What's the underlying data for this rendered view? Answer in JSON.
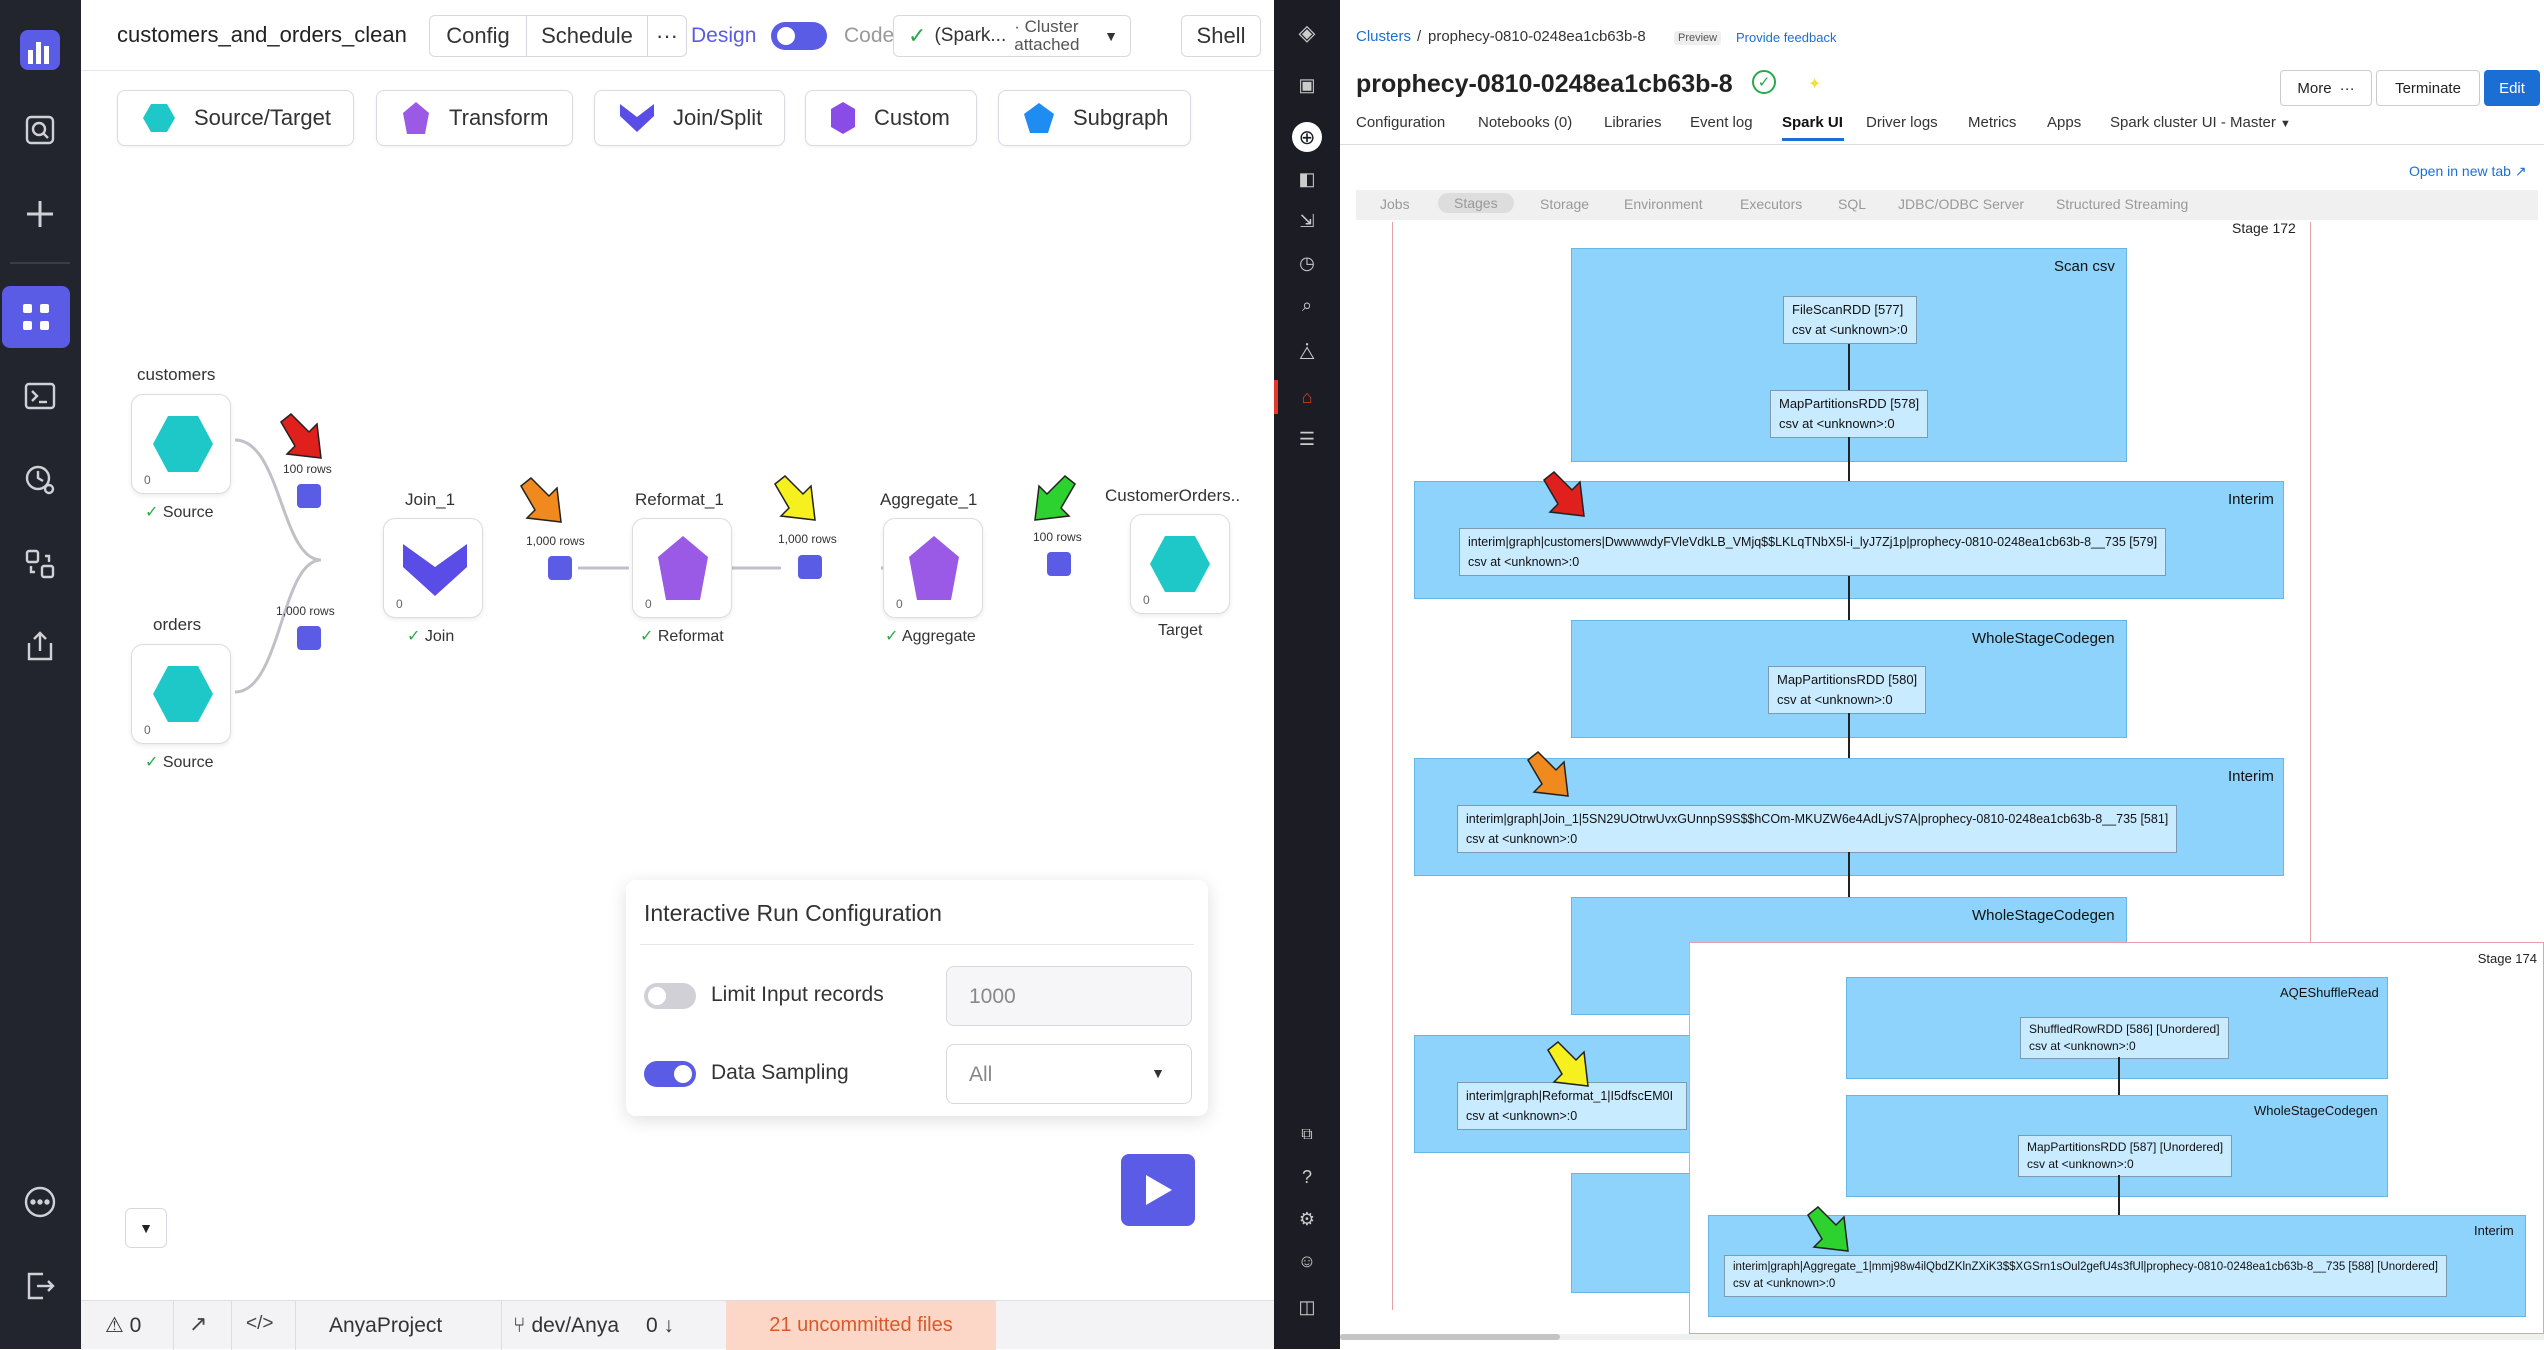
{
  "editor": {
    "pipeline_name": "customers_and_orders_clean",
    "config_label": "Config",
    "schedule_label": "Schedule",
    "more_label": "···",
    "design_label": "Design",
    "code_label": "Code",
    "cluster_label": "(Spark...",
    "cluster_status": "· Cluster attached",
    "shell_label": "Shell"
  },
  "palette": [
    {
      "label": "Source/Target",
      "color": "#1ec8c8"
    },
    {
      "label": "Transform",
      "color": "#9a5ae6"
    },
    {
      "label": "Join/Split",
      "color": "#5a4ce6"
    },
    {
      "label": "Custom",
      "color": "#8a4ce6"
    },
    {
      "label": "Subgraph",
      "color": "#1e8cf0"
    }
  ],
  "nodes": {
    "customers": {
      "title": "customers",
      "count": "0",
      "sub": "Source"
    },
    "orders": {
      "title": "orders",
      "count": "0",
      "sub": "Source"
    },
    "join": {
      "title": "Join_1",
      "count": "0",
      "sub": "Join"
    },
    "reformat": {
      "title": "Reformat_1",
      "count": "0",
      "sub": "Reformat"
    },
    "aggregate": {
      "title": "Aggregate_1",
      "count": "0",
      "sub": "Aggregate"
    },
    "target": {
      "title": "CustomerOrders..",
      "count": "0",
      "sub": "Target"
    }
  },
  "edges": {
    "customers_rows": "100 rows",
    "orders_rows": "1,000 rows",
    "join_rows": "1,000 rows",
    "reformat_rows": "1,000 rows",
    "aggregate_rows": "100 rows"
  },
  "run_config": {
    "title": "Interactive Run Configuration",
    "limit_label": "Limit Input records",
    "limit_value": "1000",
    "limit_enabled": false,
    "sampling_label": "Data Sampling",
    "sampling_enabled": true,
    "sampling_value": "All"
  },
  "status_bar": {
    "warnings": "0",
    "project": "AnyaProject",
    "branch": "dev/Anya",
    "pull_count": "0",
    "uncommitted": "21 uncommitted files"
  },
  "spark": {
    "breadcrumb_root": "Clusters",
    "breadcrumb_sep": "/",
    "breadcrumb_cluster": "prophecy-0810-0248ea1cb63b-8",
    "preview_badge": "Preview",
    "feedback_link": "Provide feedback",
    "cluster_title": "prophecy-0810-0248ea1cb63b-8",
    "more_button": "More",
    "more_dots": "···",
    "terminate_button": "Terminate",
    "edit_button": "Edit",
    "tabs": [
      "Configuration",
      "Notebooks (0)",
      "Libraries",
      "Event log",
      "Spark UI",
      "Driver logs",
      "Metrics",
      "Apps",
      "Spark cluster UI - Master"
    ],
    "active_tab": "Spark UI",
    "open_new_tab": "Open in new tab",
    "subtabs": [
      "Jobs",
      "Stages",
      "Storage",
      "Environment",
      "Executors",
      "SQL",
      "JDBC/ODBC Server",
      "Structured Streaming"
    ],
    "active_subtab": "Stages",
    "stage1": {
      "label": "Stage 172",
      "scan_title": "Scan csv",
      "filescan": "FileScanRDD [577]",
      "filescan_loc": "csv at <unknown>:0",
      "mappart1": "MapPartitionsRDD [578]",
      "mappart1_loc": "csv at <unknown>:0",
      "interim1_title": "Interim",
      "interim1": "interim|graph|customers|DwwwwdyFVleVdkLB_VMjq$$LKLqTNbX5l-i_lyJ7Zj1p|prophecy-0810-0248ea1cb63b-8__735 [579]",
      "interim1_loc": "csv at <unknown>:0",
      "wsc1_title": "WholeStageCodegen",
      "mappart2": "MapPartitionsRDD [580]",
      "mappart2_loc": "csv at <unknown>:0",
      "interim2_title": "Interim",
      "interim2": "interim|graph|Join_1|5SN29UOtrwUvxGUnnpS9S$$hCOm-MKUZW6e4AdLjvS7A|prophecy-0810-0248ea1cb63b-8__735 [581]",
      "interim2_loc": "csv at <unknown>:0",
      "wsc2_title": "WholeStageCodegen",
      "interim3": "interim|graph|Reformat_1|I5dfscEM0I",
      "interim3_loc": "csv at <unknown>:0"
    },
    "stage2": {
      "label": "Stage 174",
      "aqe_title": "AQEShuffleRead",
      "shuffled": "ShuffledRowRDD [586] [Unordered]",
      "shuffled_loc": "csv at <unknown>:0",
      "wsc_title": "WholeStageCodegen",
      "mappart": "MapPartitionsRDD [587] [Unordered]",
      "mappart_loc": "csv at <unknown>:0",
      "interim_title": "Interim",
      "interim": "interim|graph|Aggregate_1|mmj98w4ilQbdZKlnZXiK3$$XGSrn1sOul2gefU4s3fUl|prophecy-0810-0248ea1cb63b-8__735 [588] [Unordered]",
      "interim_loc": "csv at <unknown>:0"
    }
  },
  "colors": {
    "accent": "#5a5ce6",
    "teal": "#1ec8c8",
    "purple": "#9a5ae6",
    "arrow_red": "#e0201c",
    "arrow_orange": "#f08a1e",
    "arrow_yellow": "#f5f01e",
    "arrow_green": "#2ed22e",
    "stage_blue": "#8dd3fb",
    "databricks_blue": "#1b6fd4"
  }
}
